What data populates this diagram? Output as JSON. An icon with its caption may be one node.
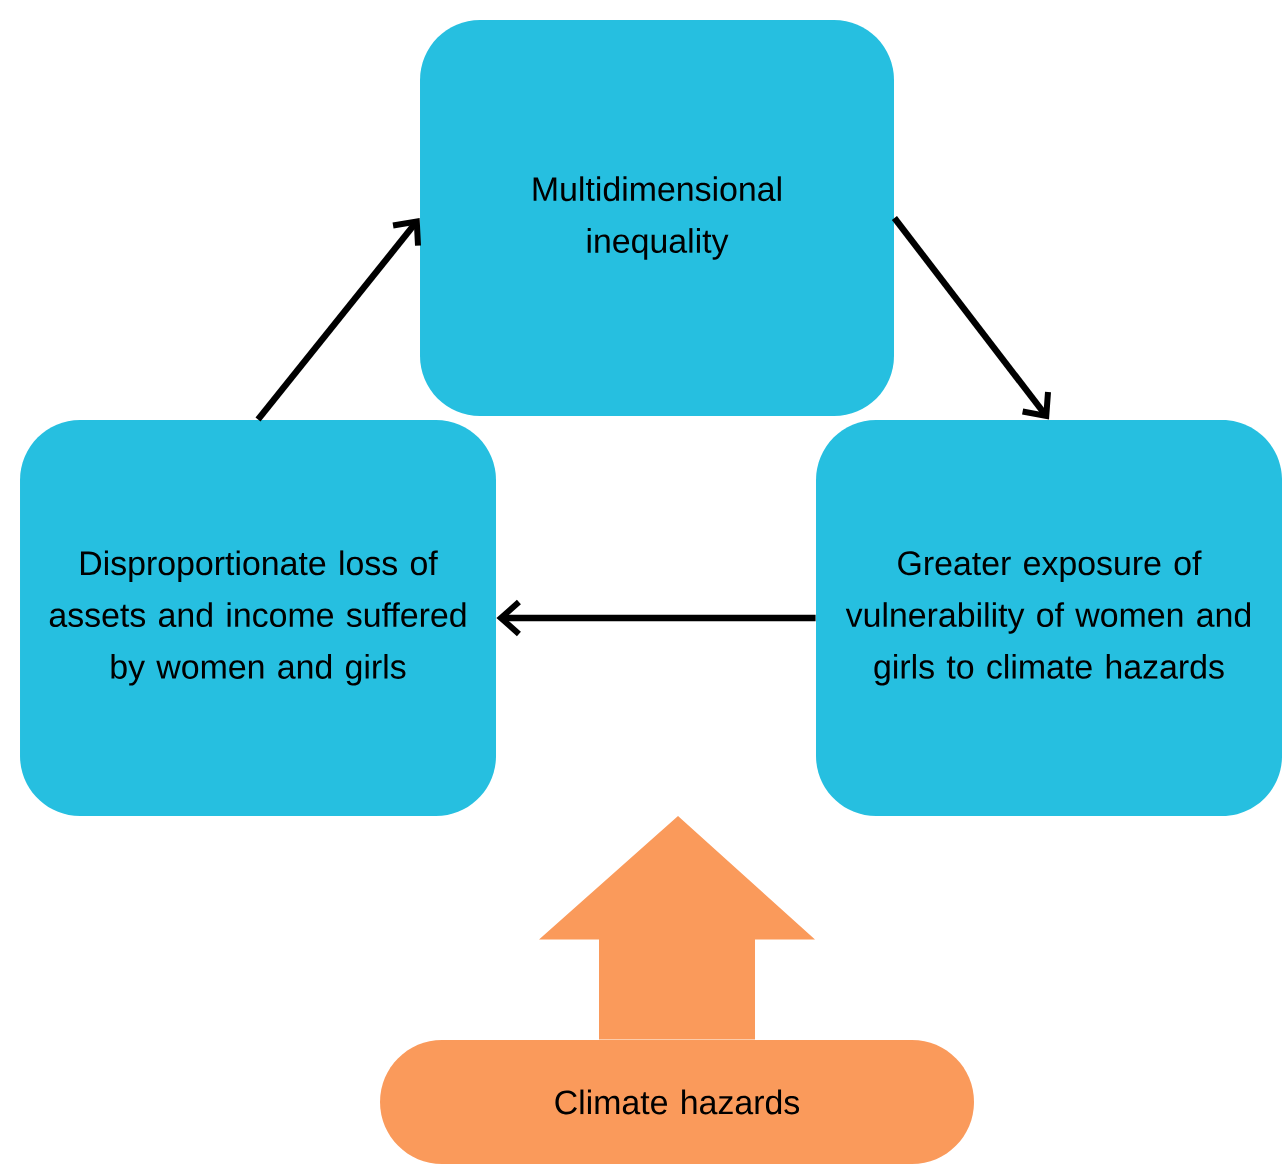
{
  "diagram": {
    "nodes": [
      {
        "text": [
          "Multidimensional inequality"
        ]
      },
      {
        "text": [
          "Disproportionate loss of assets and income suffered by women and girls"
        ]
      },
      {
        "text": [
          "Greater exposure of vulnerability of women and girls to climate hazards"
        ]
      },
      {
        "text": [
          "Climate hazards"
        ]
      }
    ],
    "edges": [
      {
        "from": 0,
        "to": 2,
        "arrow": "to"
      },
      {
        "from": 2,
        "to": 1,
        "arrow": "to"
      },
      {
        "from": 1,
        "to": 0,
        "arrow": "to"
      },
      {
        "from": 3,
        "to": null,
        "arrow": "to",
        "style": "thick",
        "color": "#fa9a5b"
      }
    ]
  }
}
